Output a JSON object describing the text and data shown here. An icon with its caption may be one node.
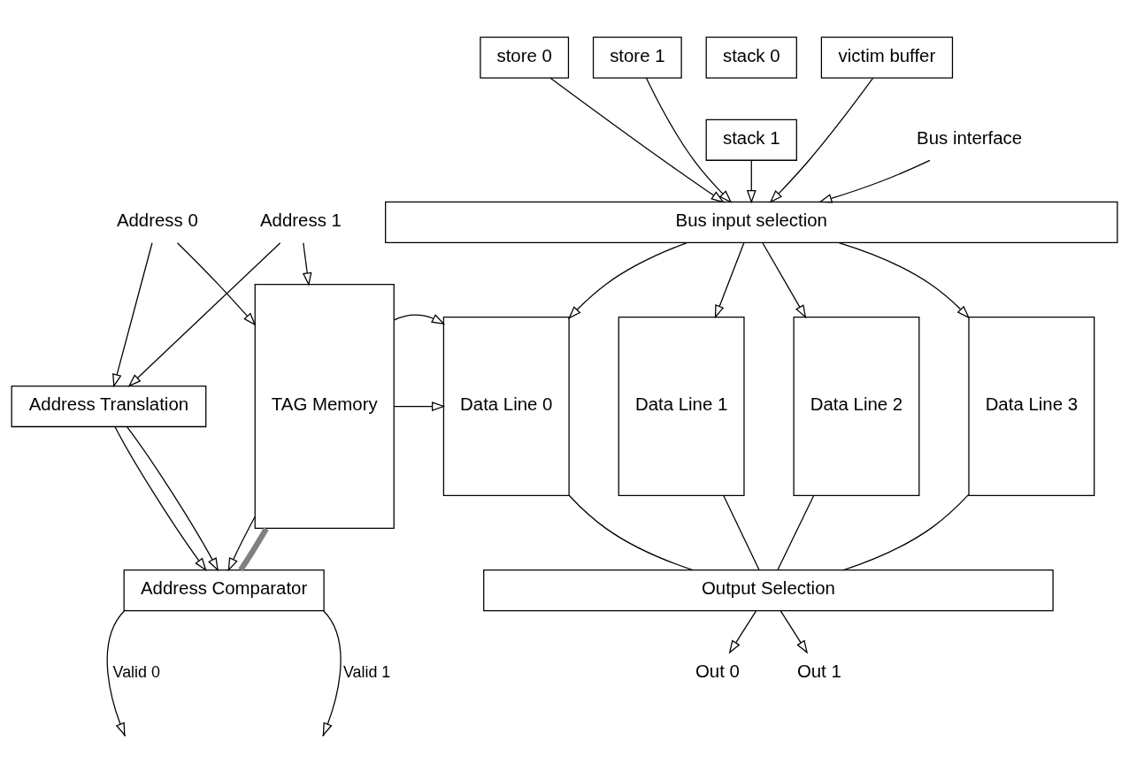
{
  "diagram": {
    "nodes": [
      {
        "text": [
          "store 0"
        ]
      },
      {
        "text": [
          "store 1"
        ]
      },
      {
        "text": [
          "stack 0"
        ]
      },
      {
        "text": [
          "stack 1"
        ]
      },
      {
        "text": [
          "victim buffer"
        ]
      },
      {
        "text": [
          "Bus interface"
        ]
      },
      {
        "text": [
          "Bus input selection"
        ]
      },
      {
        "text": [
          "Address 0"
        ]
      },
      {
        "text": [
          "Address 1"
        ]
      },
      {
        "text": [
          "TAG Memory"
        ]
      },
      {
        "text": [
          "Data Line 0"
        ]
      },
      {
        "text": [
          "Data Line 1"
        ]
      },
      {
        "text": [
          "Data Line 2"
        ]
      },
      {
        "text": [
          "Data Line 3"
        ]
      },
      {
        "text": [
          "Address Translation"
        ]
      },
      {
        "text": [
          "Output Selection"
        ]
      },
      {
        "text": [
          "Address Comparator"
        ]
      },
      {
        "text": [
          "Out 0"
        ]
      },
      {
        "text": [
          "Out 1"
        ]
      }
    ],
    "edges": [
      {
        "from": 0,
        "to": 6,
        "arrow": "to"
      },
      {
        "from": 1,
        "to": 6,
        "arrow": "to"
      },
      {
        "from": 3,
        "to": 6,
        "arrow": "to"
      },
      {
        "from": 4,
        "to": 6,
        "arrow": "to"
      },
      {
        "from": 5,
        "to": 6,
        "arrow": "to"
      },
      {
        "from": 6,
        "to": 10,
        "arrow": "to"
      },
      {
        "from": 6,
        "to": 11,
        "arrow": "to"
      },
      {
        "from": 6,
        "to": 12,
        "arrow": "to"
      },
      {
        "from": 6,
        "to": 13,
        "arrow": "to"
      },
      {
        "from": 7,
        "to": 9,
        "arrow": "to"
      },
      {
        "from": 8,
        "to": 9,
        "arrow": "to"
      },
      {
        "from": 8,
        "to": 14,
        "arrow": "to"
      },
      {
        "from": 7,
        "to": 14,
        "arrow": "to"
      },
      {
        "from": 9,
        "to": 10,
        "arrow": "to"
      },
      {
        "from": 9,
        "to": 10,
        "arrow": "to"
      },
      {
        "from": 14,
        "to": 16,
        "arrow": "to"
      },
      {
        "from": 14,
        "to": 16,
        "arrow": "to"
      },
      {
        "from": 9,
        "to": 16,
        "arrow": "to"
      },
      {
        "from": 9,
        "to": 16,
        "arrow": "none",
        "style": "thick",
        "color": "#808080"
      },
      {
        "from": 10,
        "to": 15,
        "arrow": "none"
      },
      {
        "from": 11,
        "to": 15,
        "arrow": "none"
      },
      {
        "from": 12,
        "to": 15,
        "arrow": "none"
      },
      {
        "from": 13,
        "to": 15,
        "arrow": "none"
      },
      {
        "from": 15,
        "to": 17,
        "arrow": "to"
      },
      {
        "from": 15,
        "to": 18,
        "arrow": "to"
      },
      {
        "from": 16,
        "to": null,
        "arrow": "to",
        "label": "Valid 0"
      },
      {
        "from": 16,
        "to": null,
        "arrow": "to",
        "label": "Valid 1"
      }
    ]
  }
}
